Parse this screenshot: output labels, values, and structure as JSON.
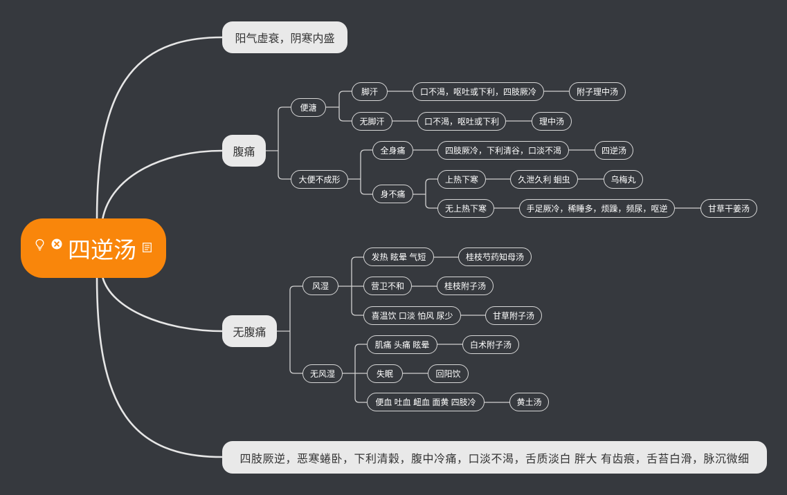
{
  "mindmap": {
    "root": {
      "label": "四逆汤",
      "marker_icons": [
        "lightbulb-icon",
        "cancel-marker-icon"
      ],
      "note_icon": "note-icon"
    },
    "branches": [
      {
        "label": "阳气虚衰，阴寒内盛"
      },
      {
        "label": "腹痛",
        "children": [
          {
            "label": "便溏",
            "children": [
              {
                "label": "脚汗",
                "chain": [
                  "口不渴，呕吐或下利，四肢厥冷",
                  "附子理中汤"
                ]
              },
              {
                "label": "无脚汗",
                "chain": [
                  "口不渴，呕吐或下利",
                  "理中汤"
                ]
              }
            ]
          },
          {
            "label": "大便不成形",
            "children": [
              {
                "label": "全身痛",
                "chain": [
                  "四肢厥冷，下利清谷，口淡不渴",
                  "四逆汤"
                ]
              },
              {
                "label": "身不痛",
                "children": [
                  {
                    "label": "上热下寒",
                    "chain": [
                      "久泄久利 蛔虫",
                      "乌梅丸"
                    ]
                  },
                  {
                    "label": "无上热下寒",
                    "chain": [
                      "手足厥冷，稀睡多，烦躁，频尿，呕逆",
                      "甘草干姜汤"
                    ]
                  }
                ]
              }
            ]
          }
        ]
      },
      {
        "label": "无腹痛",
        "children": [
          {
            "label": "风湿",
            "children": [
              {
                "label": "发热 眩晕 气短",
                "chain": [
                  "桂枝芍药知母汤"
                ]
              },
              {
                "label": "营卫不和",
                "chain": [
                  "桂枝附子汤"
                ]
              },
              {
                "label": "喜温饮 口淡 怕风 尿少",
                "chain": [
                  "甘草附子汤"
                ]
              }
            ]
          },
          {
            "label": "无风湿",
            "children": [
              {
                "label": "肌痛 头痛 眩晕",
                "chain": [
                  "白术附子汤"
                ]
              },
              {
                "label": "失眠",
                "chain": [
                  "回阳饮"
                ]
              },
              {
                "label": "便血 吐血 衄血 面黄 四肢冷",
                "chain": [
                  "黄土汤"
                ]
              }
            ]
          }
        ]
      },
      {
        "label": "四肢厥逆，恶寒蜷卧，下利清穀，腹中冷痛，口淡不渴，舌质淡白 胖大 有齿痕，舌苔白滑，脉沉微细"
      }
    ]
  },
  "colors": {
    "canvas": "#36393e",
    "root_topic": "#f9860b",
    "main_topic": "#e9e9e9",
    "main_topic_text": "#333333",
    "subtopic_border": "#d9d9d9",
    "connector": "#e6e6e6"
  }
}
